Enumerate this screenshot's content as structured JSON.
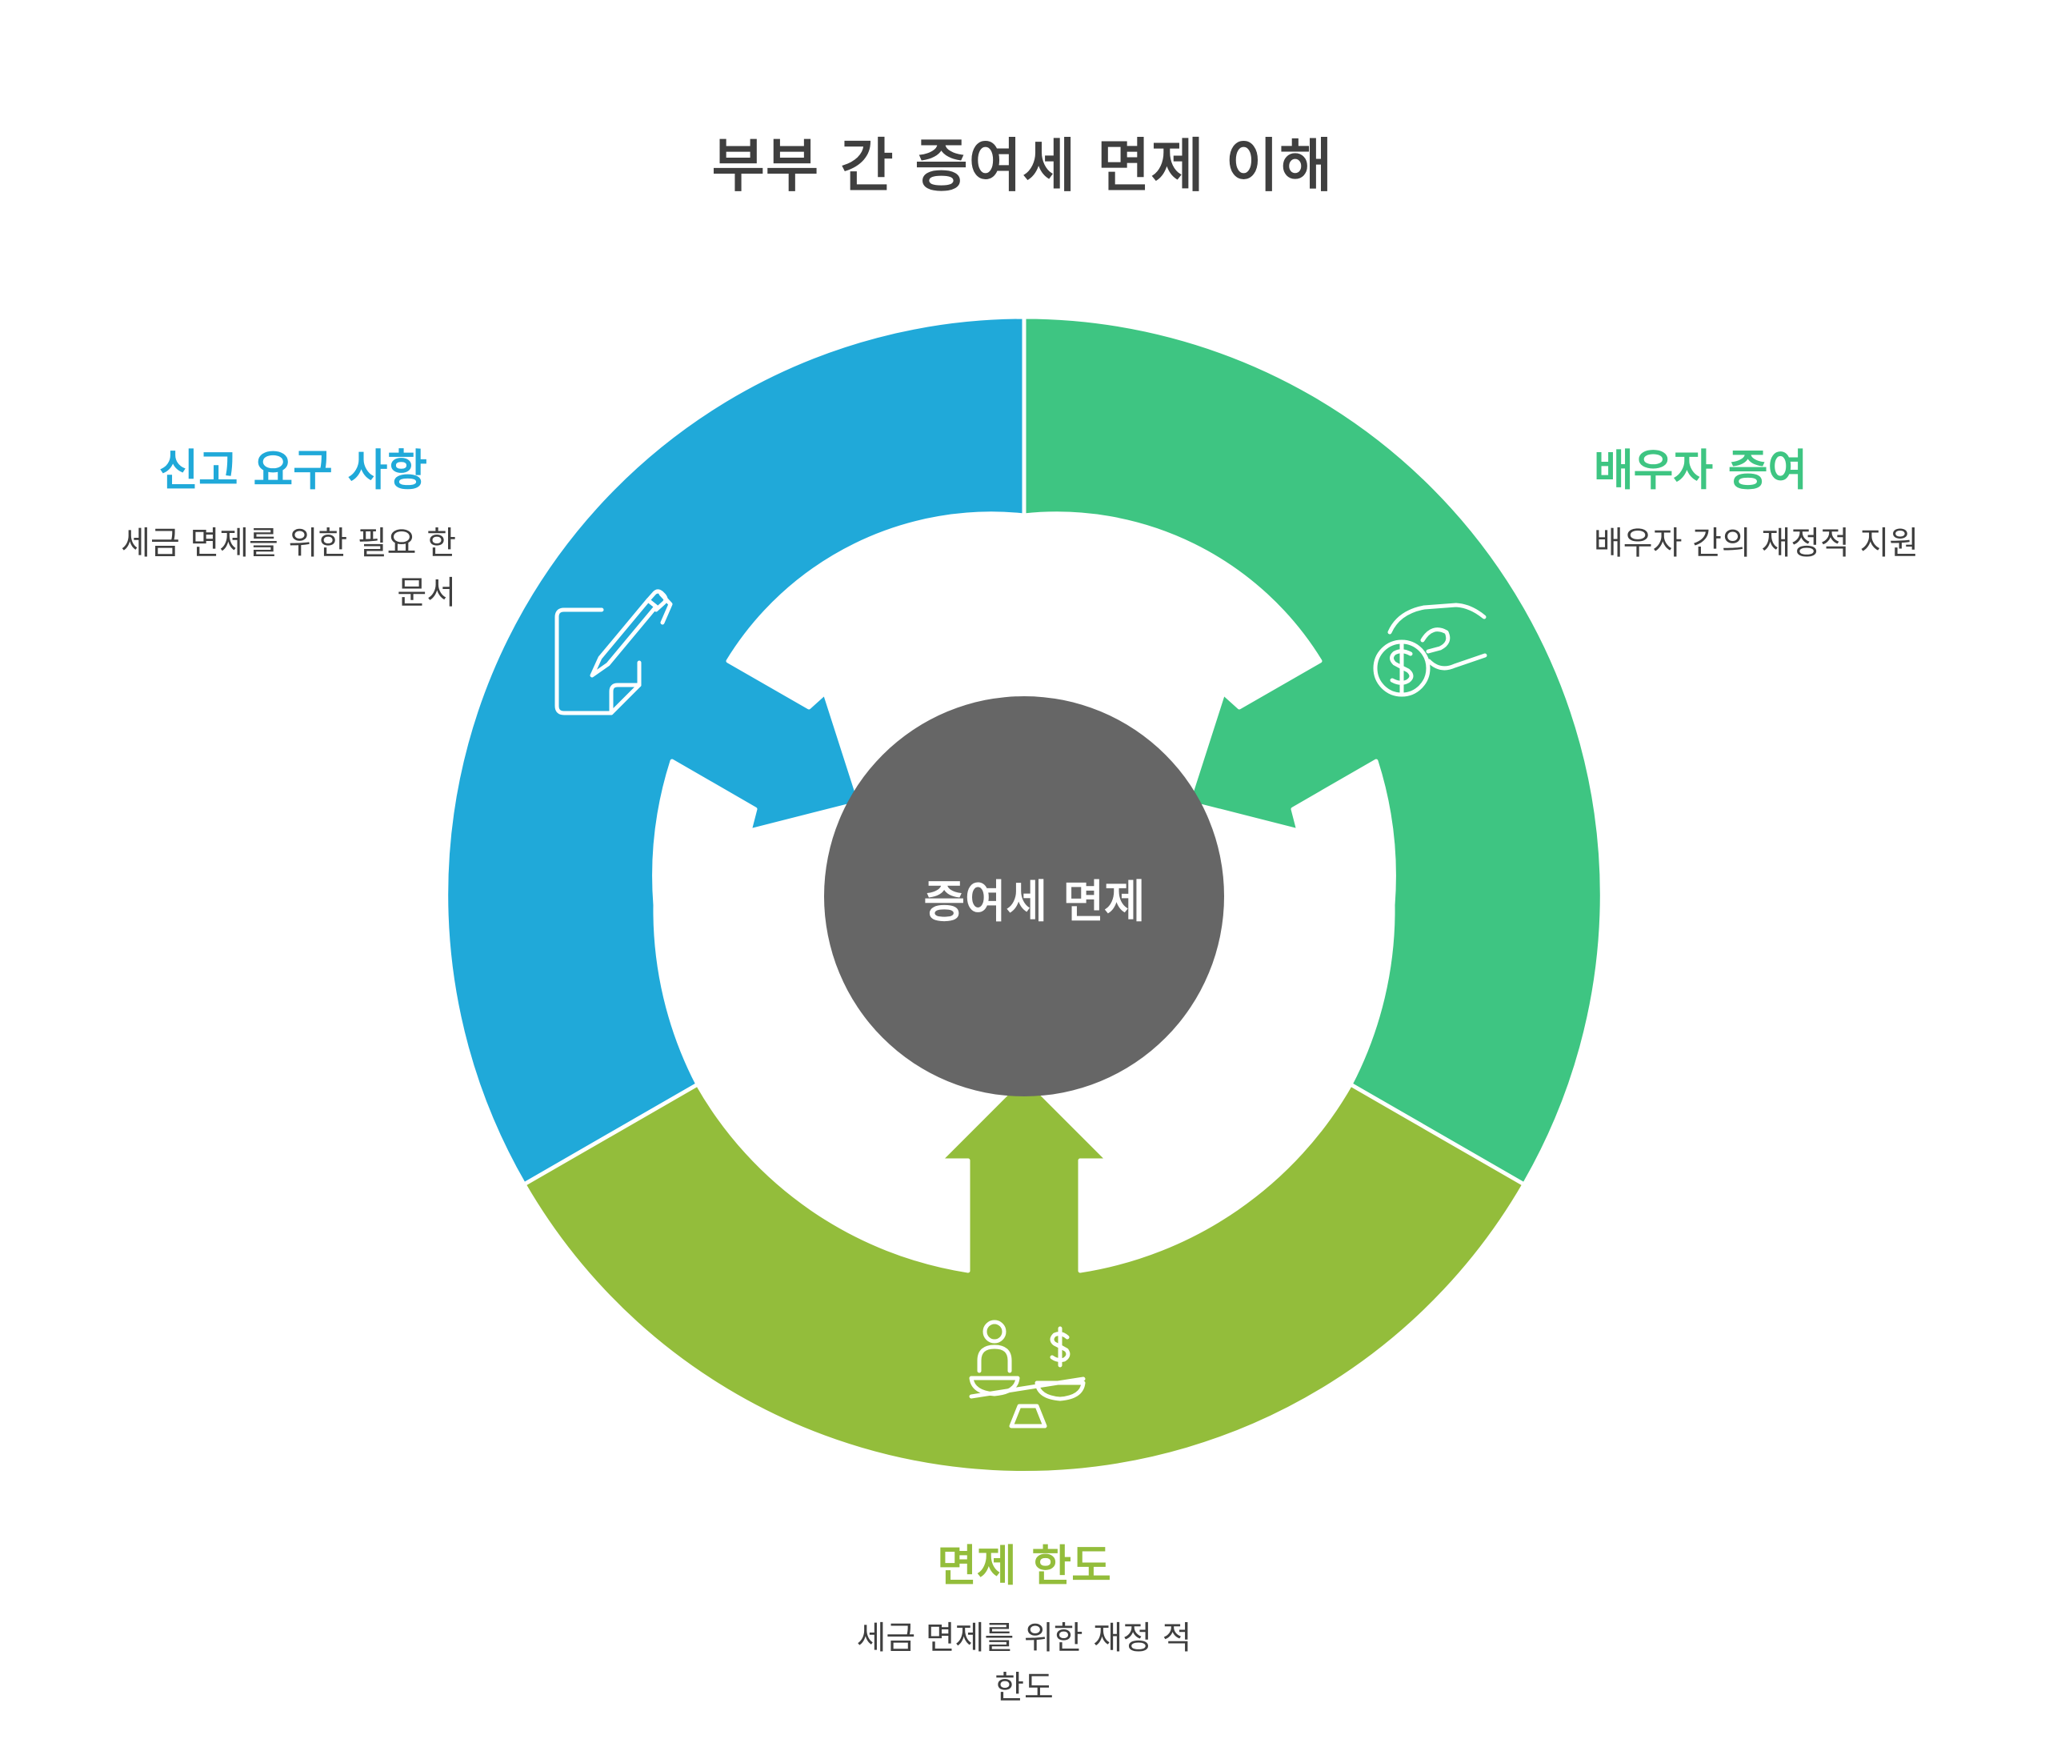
{
  "title": "부부 간 증여세 면제 이해",
  "center": {
    "label": "증여세 면제",
    "color": "#666666"
  },
  "segments": [
    {
      "id": "reporting",
      "label": "신고 요구 사항",
      "description": "세금 면제를 위한 필요 한 문서",
      "color": "#20a9d9",
      "icon": "document-pen-icon"
    },
    {
      "id": "spouse-gift",
      "label": "배우자 증여",
      "description": "배우자 간의 재정적 지원",
      "color": "#3ec582",
      "icon": "hand-money-icon"
    },
    {
      "id": "limit",
      "label": "면제 한도",
      "description": "세금 면제를 위한 재정 적 한도",
      "color": "#93bd3b",
      "icon": "balance-scale-icon"
    }
  ]
}
